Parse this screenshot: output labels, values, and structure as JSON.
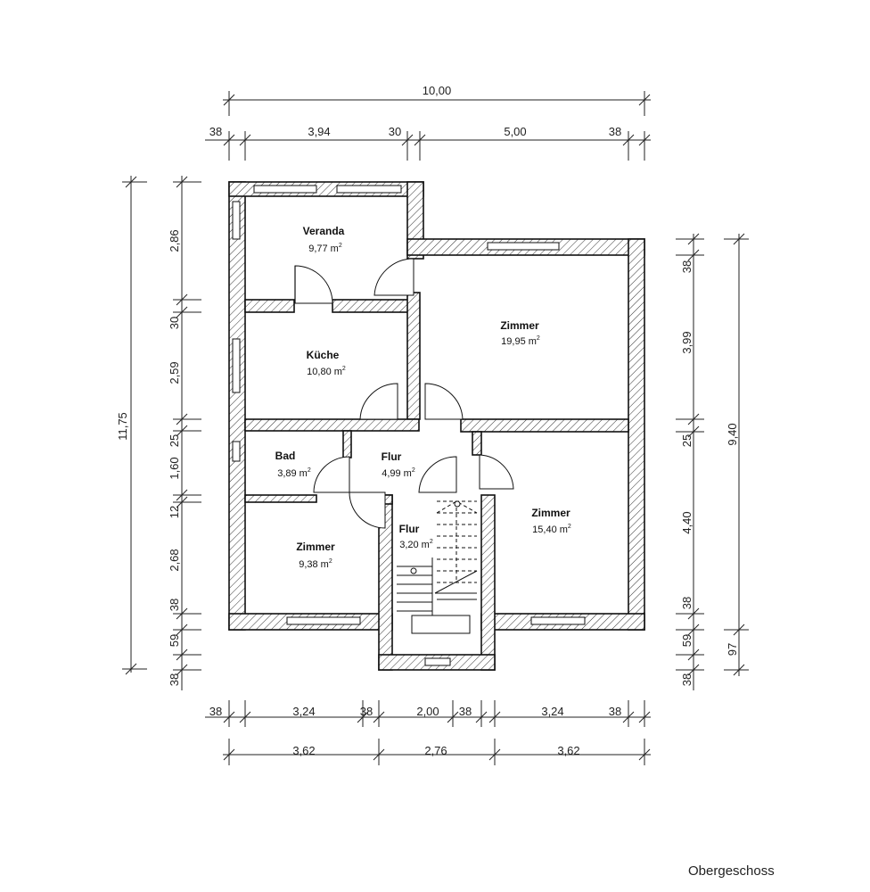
{
  "caption": "Obergeschoss",
  "rooms": {
    "veranda": {
      "name": "Veranda",
      "area": "9,77 m",
      "unit_sup": "2"
    },
    "kueche": {
      "name": "Küche",
      "area": "10,80 m",
      "unit_sup": "2"
    },
    "bad": {
      "name": "Bad",
      "area": "3,89 m",
      "unit_sup": "2"
    },
    "flur_upper": {
      "name": "Flur",
      "area": "4,99 m",
      "unit_sup": "2"
    },
    "flur_stair": {
      "name": "Flur",
      "area": "3,20 m",
      "unit_sup": "2"
    },
    "zimmer_big": {
      "name": "Zimmer",
      "area": "19,95 m",
      "unit_sup": "2"
    },
    "zimmer_right": {
      "name": "Zimmer",
      "area": "15,40 m",
      "unit_sup": "2"
    },
    "zimmer_left": {
      "name": "Zimmer",
      "area": "9,38 m",
      "unit_sup": "2"
    }
  },
  "dimensions": {
    "top_total": "10,00",
    "top_row": [
      "38",
      "3,94",
      "30",
      "5,00",
      "38"
    ],
    "bottom_row1": [
      "38",
      "3,24",
      "38",
      "2,00",
      "38",
      "3,24",
      "38"
    ],
    "bottom_row2": [
      "3,62",
      "2,76",
      "3,62"
    ],
    "left_total": "11,75",
    "left_row": [
      "2,86",
      "30",
      "2,59",
      "25",
      "1,60",
      "12",
      "2,68",
      "38",
      "59",
      "38"
    ],
    "right_total": "9,40",
    "right_row": [
      "38",
      "3,99",
      "25",
      "4,40",
      "38",
      "59",
      "38"
    ],
    "right_extra": "97"
  }
}
